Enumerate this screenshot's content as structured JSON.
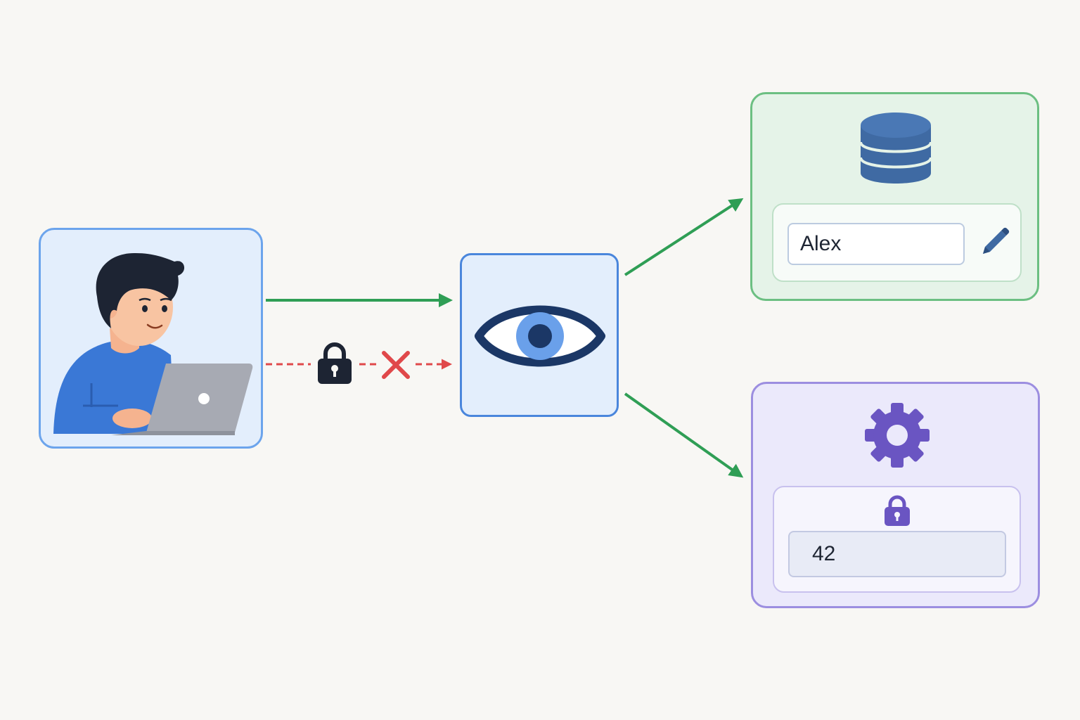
{
  "diagram": {
    "db_card": {
      "name_field_value": "Alex",
      "icon": "database-icon",
      "edit_icon": "pencil-icon"
    },
    "settings_card": {
      "value_field_value": "42",
      "icon": "gear-icon",
      "lock_icon": "lock-icon"
    },
    "viewer_card": {
      "icon": "eye-icon"
    },
    "user_card": {
      "icon": "person-with-laptop"
    },
    "connections": [
      {
        "from": "user_card",
        "to": "viewer_card",
        "style": "solid",
        "status": "allowed",
        "color": "#2f9e55"
      },
      {
        "from": "user_card",
        "to": "viewer_card",
        "style": "dashed",
        "status": "blocked",
        "color": "#e0484a",
        "icons": [
          "lock-icon",
          "blocked-x-icon"
        ]
      },
      {
        "from": "viewer_card",
        "to": "db_card",
        "style": "solid",
        "status": "allowed",
        "color": "#2f9e55"
      },
      {
        "from": "viewer_card",
        "to": "settings_card",
        "style": "solid",
        "status": "allowed",
        "color": "#2f9e55"
      }
    ],
    "colors": {
      "background": "#f8f7f4",
      "user_card": "#6ca4ec",
      "viewer_card": "#4a86dc",
      "db_card": "#6cbf82",
      "settings_card": "#9c8ee0",
      "allowed_arrow": "#2f9e55",
      "blocked_arrow": "#e0484a"
    }
  }
}
